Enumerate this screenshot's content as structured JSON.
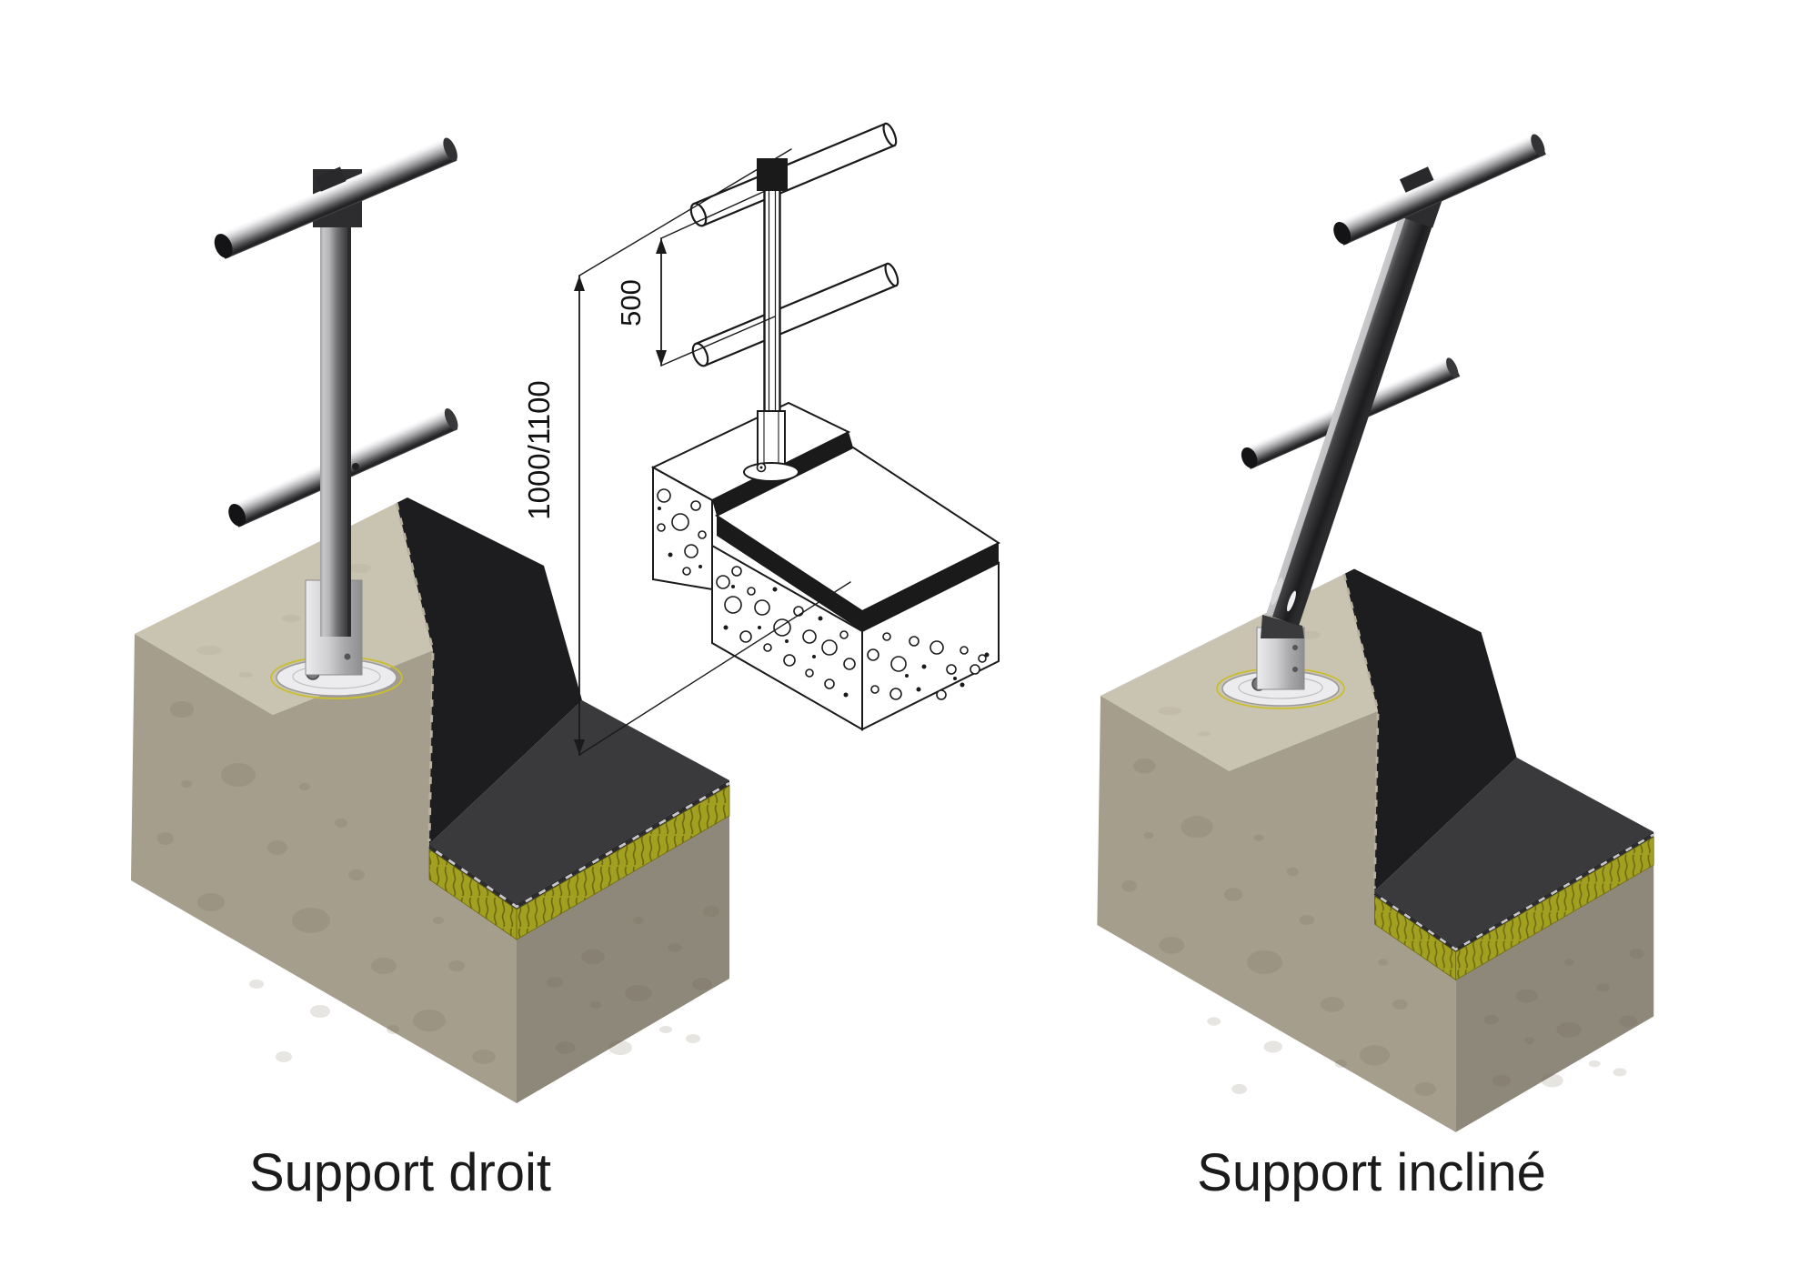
{
  "figures": {
    "left": {
      "caption": "Support droit"
    },
    "middle": {
      "dim_total_label": "1000/1100",
      "dim_spacing_label": "500"
    },
    "right": {
      "caption": "Support incliné"
    }
  },
  "colors": {
    "white": "#ffffff",
    "concrete-top": "#c9c3b1",
    "concrete-left": "#a59e8d",
    "concrete-right": "#8e887a",
    "concrete-spot": "#6b6352",
    "membrane-dark": "#1d1d1f",
    "membrane-roof": "#3a3a3d",
    "membrane-edge": "#1b1b1d",
    "insulation": "#a2a021",
    "insulation-line": "#6d6b10",
    "chrome-cap": "#141416",
    "post-dark": "#2d2d2f",
    "plate-yellow": "#c9bf2e",
    "line-art": "#1a1a1a",
    "caption": "#1b1b1b"
  }
}
